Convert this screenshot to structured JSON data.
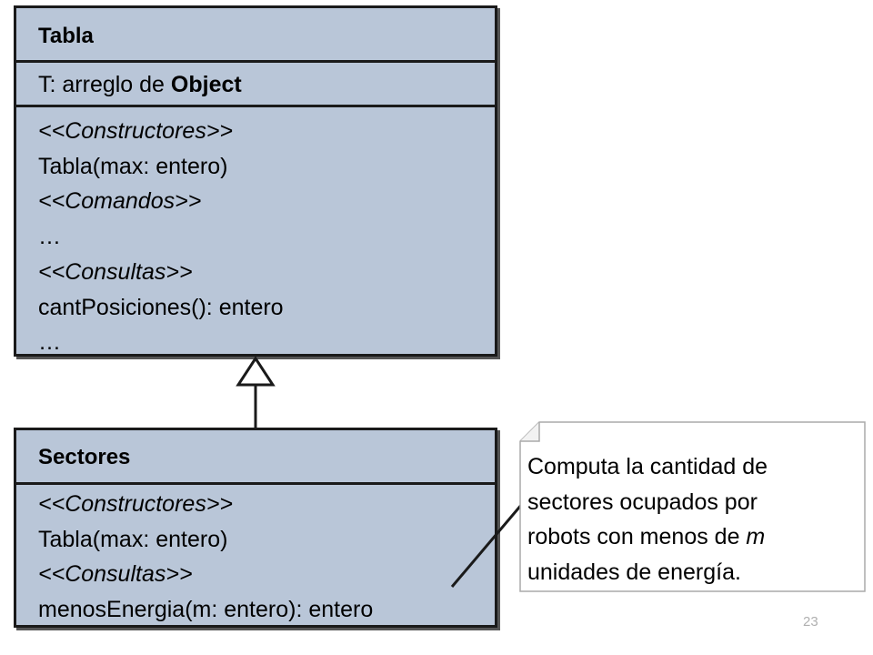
{
  "classes": {
    "tabla": {
      "name": "Tabla",
      "attribute_prefix": "T: arreglo de ",
      "attribute_type": "Object",
      "operations": [
        "<<Constructores>>",
        "Tabla(max: entero)",
        "<<Comandos>>",
        "…",
        "<<Consultas>>",
        "cantPosiciones(): entero",
        "…"
      ]
    },
    "sectores": {
      "name": "Sectores",
      "operations": [
        "<<Constructores>>",
        "Tabla(max: entero)",
        "<<Consultas>>",
        "menosEnergia(m: entero): entero"
      ]
    }
  },
  "note": {
    "line1": "Computa la cantidad de",
    "line2": "sectores ocupados por",
    "line3_prefix": "robots con menos de ",
    "line3_var": "m",
    "line4": "unidades de energía."
  },
  "page_number": "23",
  "colors": {
    "class_fill": "#b9c6d8",
    "border": "#1a1a1a",
    "note_border": "#aaaaaa"
  }
}
